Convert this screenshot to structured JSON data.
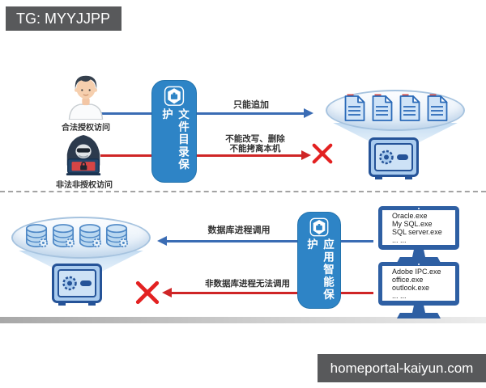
{
  "badges": {
    "tg": "TG: MYYJJPP",
    "site": "homeportal-kaiyun.com"
  },
  "top": {
    "authorized_label": "合法授权访问",
    "unauthorized_label": "非法非授权访问",
    "banner_title": "文件目录保护",
    "allow_label": "只能追加",
    "deny_label_line1": "不能改写、删除",
    "deny_label_line2": "不能拷离本机"
  },
  "bottom": {
    "banner_title": "应用智能保护",
    "allow_label": "数据库进程调用",
    "deny_label": "非数据库进程无法调用",
    "db_monitor_lines": [
      "Oracle.exe",
      "My SQL.exe",
      "SQL server.exe",
      "... ..."
    ],
    "app_monitor_lines": [
      "Adobe IPC.exe",
      "office.exe",
      "outlook.exe",
      "... ..."
    ]
  },
  "colors": {
    "banner_blue": "#2e84c6",
    "arrow_blue": "#3a6cb4",
    "arrow_red": "#cf2526",
    "cross_red": "#e32121",
    "icon_stroke_blue": "#255398",
    "icon_fill_blue": "#b9d7f0",
    "badge_gray": "#58595b"
  }
}
